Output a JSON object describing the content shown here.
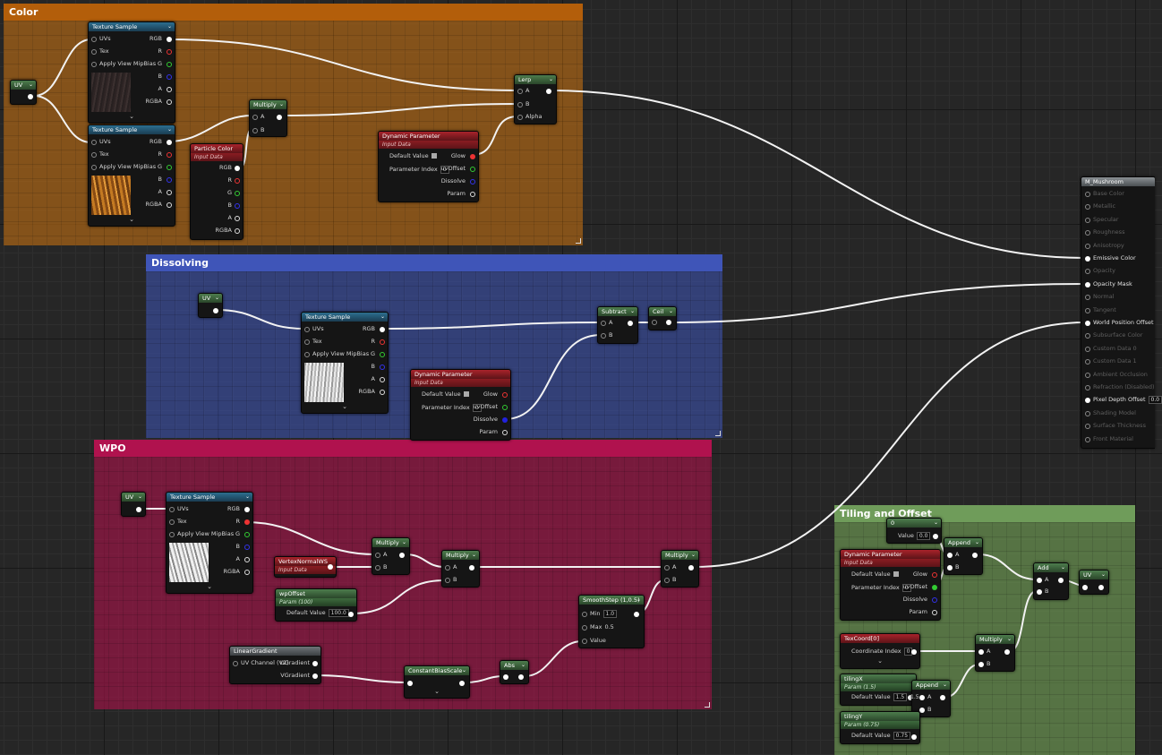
{
  "comments": {
    "color": "Color",
    "dissolving": "Dissolving",
    "wpo": "WPO",
    "tiling": "Tiling and Offset"
  },
  "pins": {
    "uvs": "UVs",
    "tex": "Tex",
    "mip": "Apply View MipBias",
    "rgb": "RGB",
    "r": "R",
    "g": "G",
    "b": "B",
    "a": "A",
    "rgba": "RGBA",
    "alpha": "Alpha",
    "glow": "Glow",
    "uvoffset": "uvOffset",
    "dissolve": "Dissolve",
    "param": "Param",
    "default_value": "Default Value",
    "parameter_index": "Parameter Index",
    "coordinate_index": "Coordinate Index",
    "min": "Min",
    "max": "Max",
    "value": "Value",
    "uv_channel": "UV Channel (V2)",
    "ugradient": "UGradient",
    "vgradient": "VGradient"
  },
  "nodes": {
    "uv": "UV",
    "texture_sample": "Texture Sample",
    "multiply": "Multiply",
    "particle_color": "Particle Color",
    "input_data": "Input Data",
    "lerp": "Lerp",
    "dynamic_parameter": "Dynamic Parameter",
    "subtract": "Subtract",
    "ceil": "Ceil",
    "vertex_normal": "VertexNormalWS",
    "wp_offset": "wpOffset",
    "wp_offset_sub": "Param (100)",
    "smoothstep": "SmoothStep (1,0.5)",
    "linear_gradient": "LinearGradient",
    "constant_bias_scale": "ConstantBiasScale",
    "abs": "Abs",
    "append": "Append",
    "add": "Add",
    "texcoord": "TexCoord[0]",
    "tiling_x": "tilingX",
    "tiling_x_sub": "Param (1.5)",
    "tiling_y": "tilingY",
    "tiling_y_sub": "Param (0.75)",
    "constant_header": "0"
  },
  "values": {
    "param_index": "0",
    "wp_default": "100.0",
    "min": "1.0",
    "max": "0.5",
    "const_value": "0.0",
    "coord_index": "0",
    "tx_default": "1.5",
    "ty_default": "0.75",
    "tx_pin": "1.5"
  },
  "material": {
    "title": "M_Mushroom",
    "inputs": [
      {
        "label": "Base Color",
        "on": false
      },
      {
        "label": "Metallic",
        "on": false
      },
      {
        "label": "Specular",
        "on": false
      },
      {
        "label": "Roughness",
        "on": false
      },
      {
        "label": "Anisotropy",
        "on": false
      },
      {
        "label": "Emissive Color",
        "on": true
      },
      {
        "label": "Opacity",
        "on": false
      },
      {
        "label": "Opacity Mask",
        "on": true
      },
      {
        "label": "Normal",
        "on": false
      },
      {
        "label": "Tangent",
        "on": false
      },
      {
        "label": "World Position Offset",
        "on": true
      },
      {
        "label": "Subsurface Color",
        "on": false
      },
      {
        "label": "Custom Data 0",
        "on": false
      },
      {
        "label": "Custom Data 1",
        "on": false
      },
      {
        "label": "Ambient Occlusion",
        "on": false
      },
      {
        "label": "Refraction (Disabled)",
        "on": false
      },
      {
        "label": "Pixel Depth Offset",
        "on": true,
        "value": "0.0"
      },
      {
        "label": "Shading Model",
        "on": false
      },
      {
        "label": "Surface Thickness",
        "on": false
      },
      {
        "label": "Front Material",
        "on": false
      }
    ]
  }
}
